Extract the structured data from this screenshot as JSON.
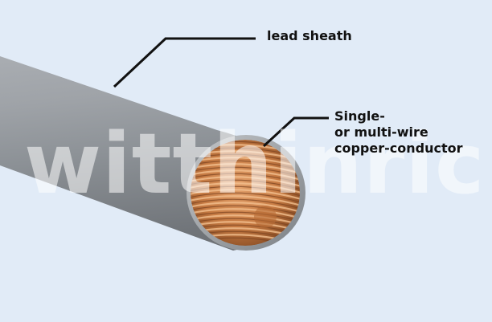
{
  "labels": {
    "sheath": "lead sheath",
    "conductor_line1": "Single-",
    "conductor_line2": "or multi-wire",
    "conductor_line3": "copper-conductor"
  },
  "watermark": "witthinrich",
  "colors": {
    "background": "#e1ebf7",
    "sheath": "#8f9499",
    "sheath_highlight": "#b7bbbf",
    "copper": "#c87f48",
    "leader_line": "#111111"
  }
}
